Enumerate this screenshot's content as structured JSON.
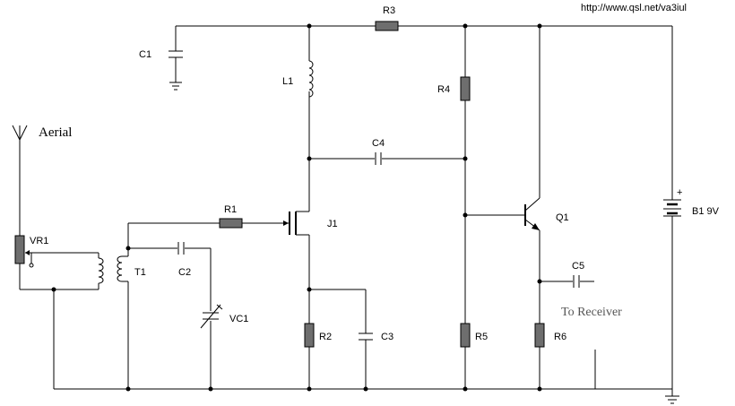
{
  "url": "http://www.qsl.net/va3iul",
  "labels": {
    "aerial": "Aerial",
    "vr1": "VR1",
    "t1": "T1",
    "c2": "C2",
    "vc1": "VC1",
    "r1": "R1",
    "j1": "J1",
    "c1": "C1",
    "l1": "L1",
    "r3": "R3",
    "r4": "R4",
    "c4": "C4",
    "r2": "R2",
    "c3": "C3",
    "r5": "R5",
    "q1": "Q1",
    "c5": "C5",
    "r6": "R6",
    "to_receiver": "To Receiver",
    "battery": "B1 9V",
    "plus": "+"
  }
}
